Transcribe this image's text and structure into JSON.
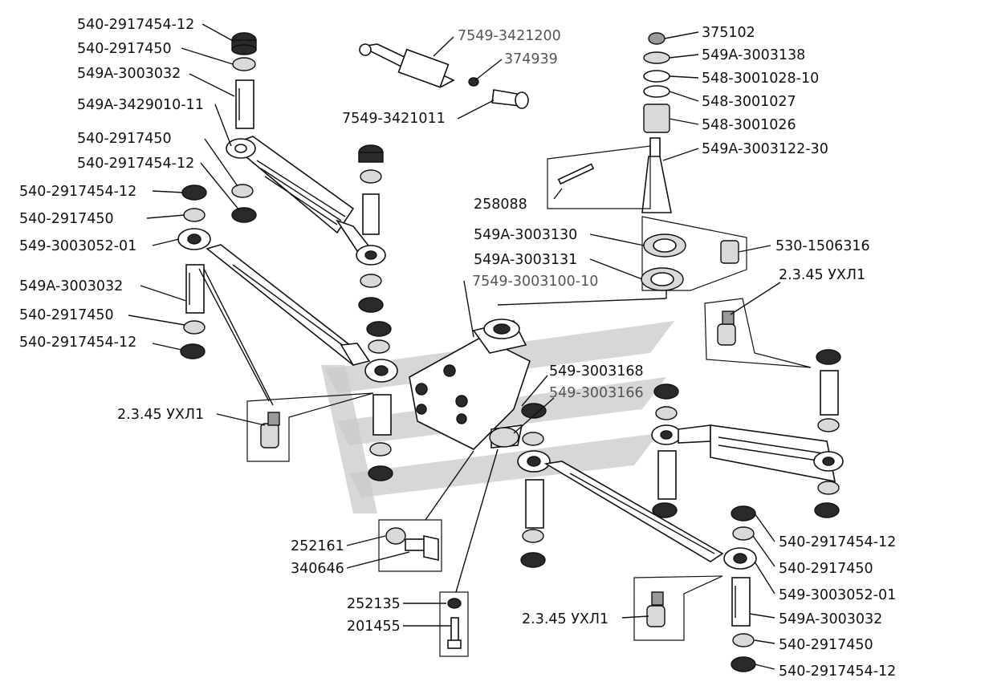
{
  "labels": {
    "l1": "540-2917454-12",
    "l2": "540-2917450",
    "l3": "549A-3003032",
    "l4": "549A-3429010-11",
    "l5": "540-2917450",
    "l6": "540-2917454-12",
    "l7": "540-2917454-12",
    "l8": "540-2917450",
    "l9": "549-3003052-01",
    "l10": "549A-3003032",
    "l11": "540-2917450",
    "l12": "540-2917454-12",
    "l13": "2.3.45 УХЛ1",
    "l14": "7549-3421200",
    "l15": "374939",
    "l16": "7549-3421011",
    "l17": "375102",
    "l18": "549A-3003138",
    "l19": "548-3001028-10",
    "l20": "548-3001027",
    "l21": "548-3001026",
    "l22": "549A-3003122-30",
    "l23": "258088",
    "l24": "549A-3003130",
    "l25": "549A-3003131",
    "l26": "7549-3003100-10",
    "l27": "530-1506316",
    "l28": "2.3.45 УХЛ1",
    "l29": "549-3003168",
    "l30": "549-3003166",
    "l31": "252161",
    "l32": "340646",
    "l33": "252135",
    "l34": "201455",
    "l35": "2.3.45 УХЛ1",
    "l36": "540-2917454-12",
    "l37": "540-2917450",
    "l38": "549-3003052-01",
    "l39": "549A-3003032",
    "l40": "540-2917450",
    "l41": "540-2917454-12"
  }
}
